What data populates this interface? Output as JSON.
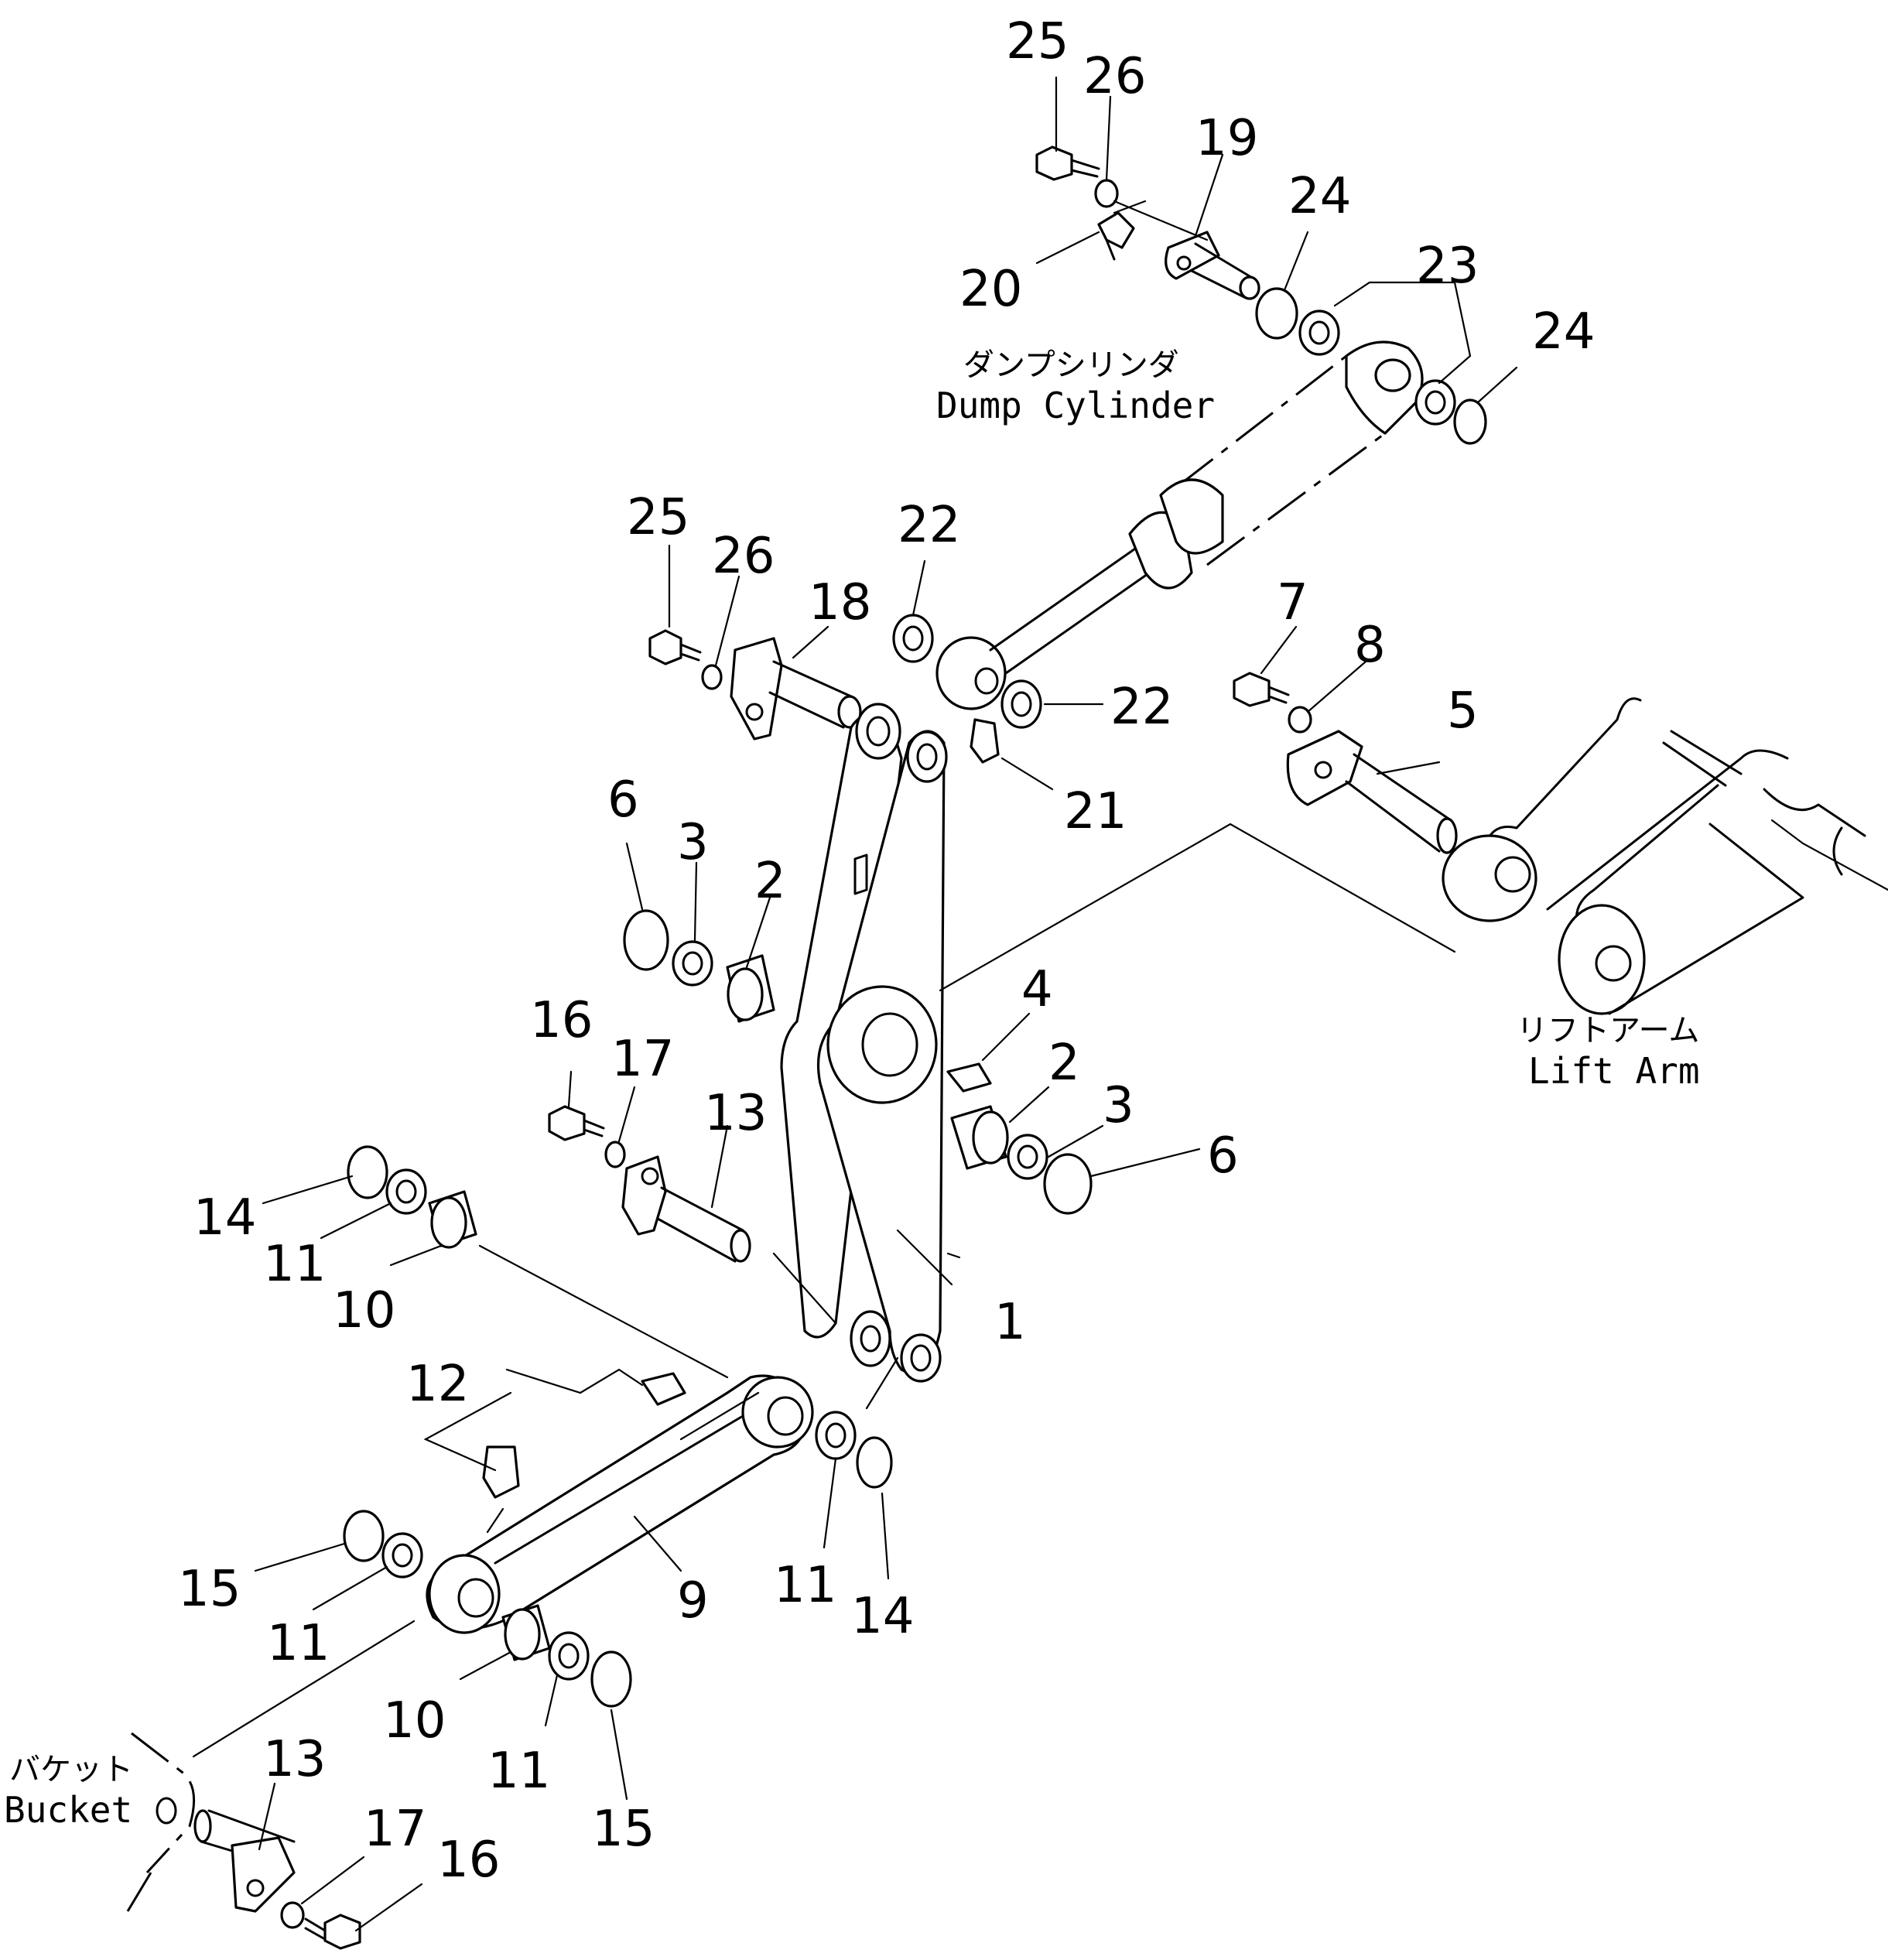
{
  "captions": {
    "dump_cylinder_jp": "ダンプシリンダ",
    "dump_cylinder_en": "Dump Cylinder",
    "lift_arm_jp": "リフトアーム",
    "lift_arm_en": "Lift Arm",
    "bucket_jp": "バケット",
    "bucket_en": "Bucket"
  },
  "labels": {
    "l25a": "25",
    "l26a": "26",
    "l19": "19",
    "l24a": "24",
    "l20": "20",
    "l23": "23",
    "l24b": "24",
    "l25b": "25",
    "l26b": "26",
    "l18": "18",
    "l22a": "22",
    "l22b": "22",
    "l21": "21",
    "l7": "7",
    "l8": "8",
    "l5": "5",
    "l6a": "6",
    "l3a": "3",
    "l2a": "2",
    "l16a": "16",
    "l17a": "17",
    "l13a": "13",
    "l4": "4",
    "l2b": "2",
    "l3b": "3",
    "l6b": "6",
    "l14a": "14",
    "l11a": "11",
    "l10a": "10",
    "l1": "1",
    "l12": "12",
    "l9": "9",
    "l11b": "11",
    "l14b": "14",
    "l15a": "15",
    "l11c": "11",
    "l10b": "10",
    "l11d": "11",
    "l15b": "15",
    "l13b": "13",
    "l17b": "17",
    "l16b": "16"
  }
}
